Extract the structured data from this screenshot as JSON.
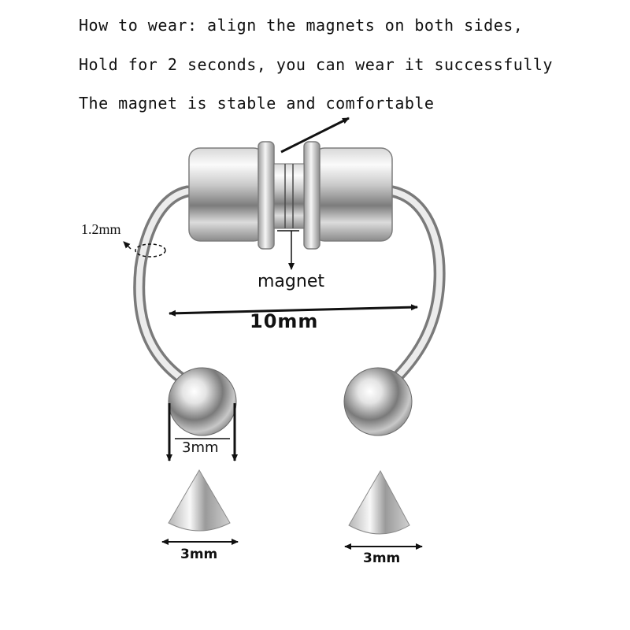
{
  "instructions": [
    "How to wear: align the magnets on both sides,",
    "Hold for 2 seconds, you can wear it successfully",
    "The magnet is stable and comfortable"
  ],
  "labels": {
    "gauge": "1.2mm",
    "magnet": "magnet",
    "width": "10mm",
    "ball": "3mm",
    "spike_left": "3mm",
    "spike_right": "3mm"
  },
  "colors": {
    "metal_light": "#f4f4f4",
    "metal_mid": "#b9b9b9",
    "metal_dark": "#5e5e5e",
    "annotation": "#111111"
  }
}
